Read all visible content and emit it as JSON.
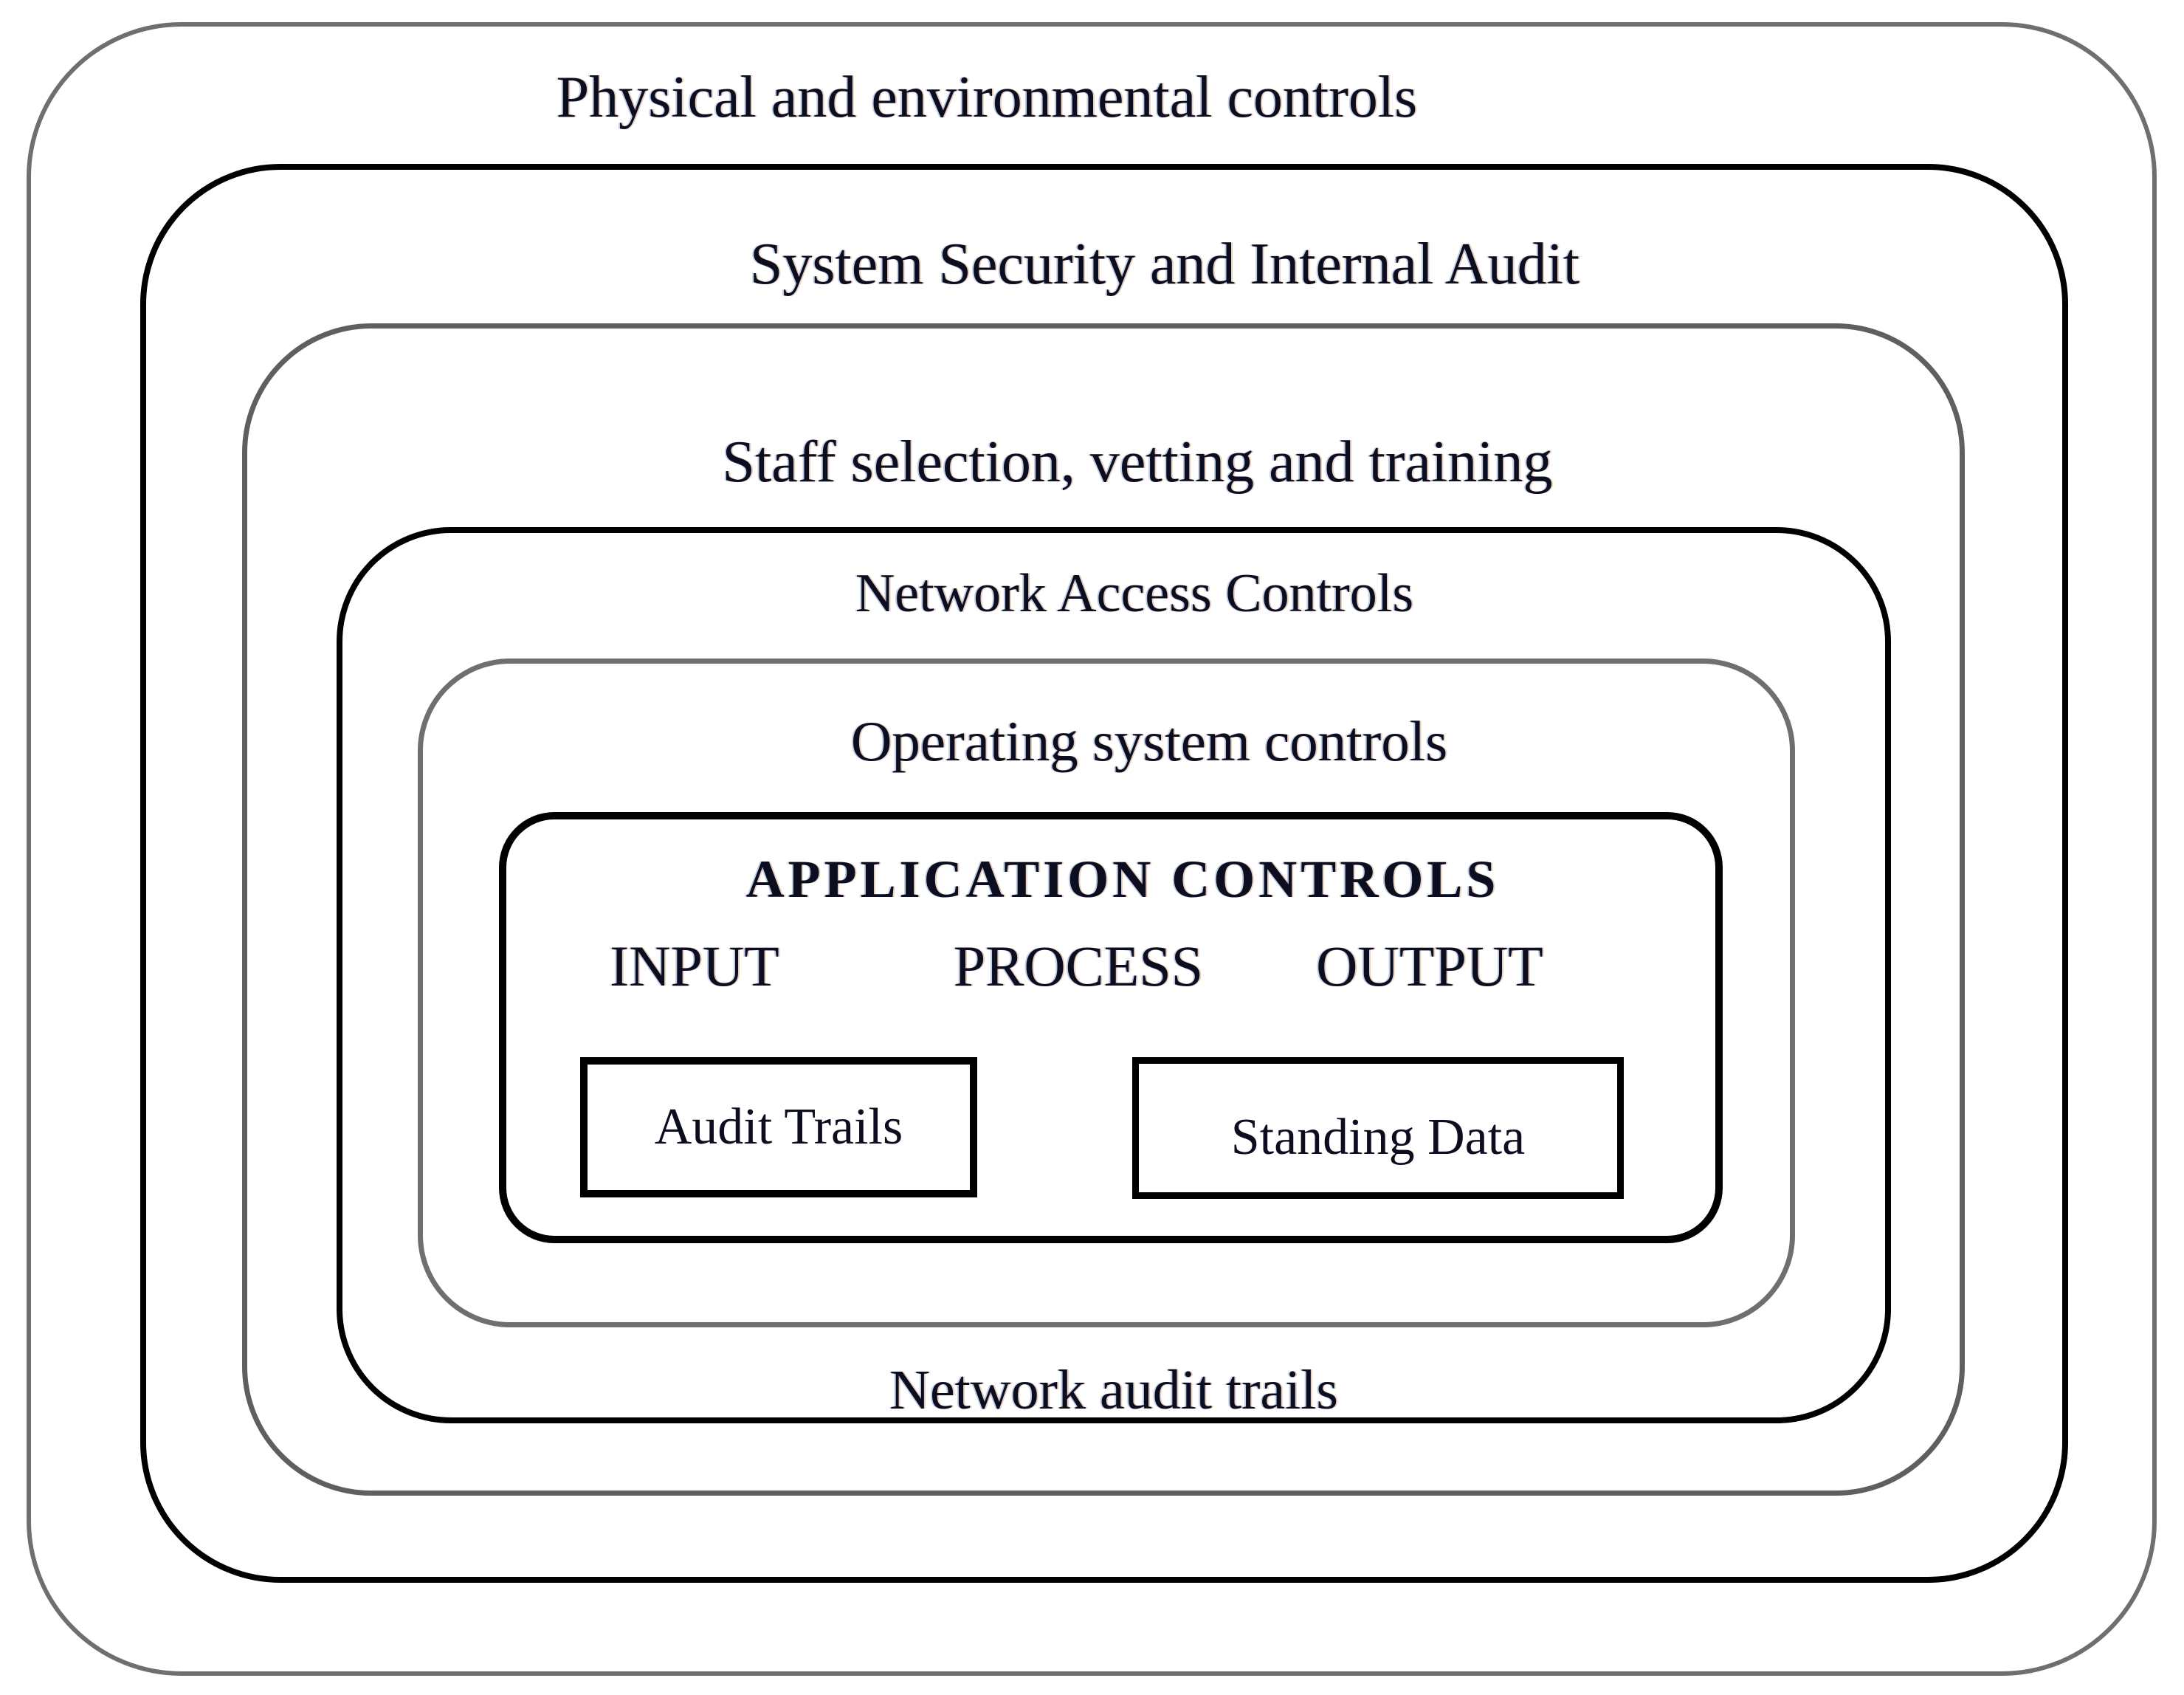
{
  "diagram": {
    "layers": [
      {
        "label": "Physical and environmental controls"
      },
      {
        "label": "System Security and Internal Audit"
      },
      {
        "label": "Staff selection, vetting and training"
      },
      {
        "label": "Network Access Controls"
      },
      {
        "label": "Operating system controls"
      }
    ],
    "application": {
      "title": "APPLICATION CONTROLS",
      "stages": [
        "INPUT",
        "PROCESS",
        "OUTPUT"
      ],
      "boxes": [
        {
          "label": "Audit Trails"
        },
        {
          "label": "Standing Data"
        }
      ]
    },
    "footer_label": "Network audit trails",
    "colors": {
      "background": "#ffffff",
      "text": "#0d0d20",
      "ring_black": "#000000",
      "ring_gray": "#6f6f6f"
    }
  }
}
